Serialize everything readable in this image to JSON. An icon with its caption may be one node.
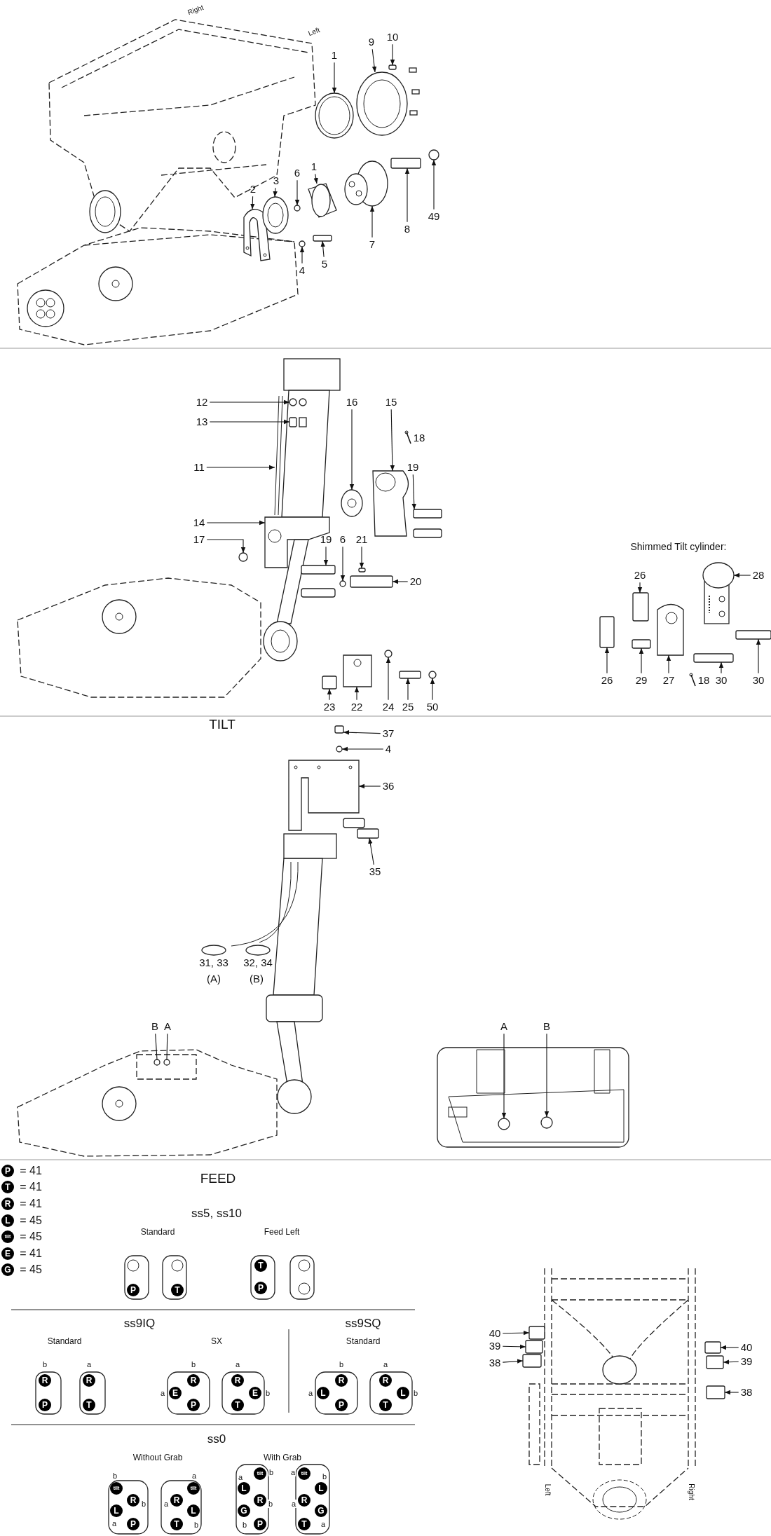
{
  "diagram": {
    "nodes": [
      {
        "text": [
          "9"
        ]
      },
      {
        "text": [
          "10"
        ]
      },
      {
        "text": [
          "1"
        ]
      },
      {
        "text": [
          "2"
        ]
      },
      {
        "text": [
          "3"
        ]
      },
      {
        "text": [
          "6"
        ]
      },
      {
        "text": [
          "1"
        ]
      },
      {
        "text": [
          "49"
        ]
      },
      {
        "text": [
          "8"
        ]
      },
      {
        "text": [
          "7"
        ]
      },
      {
        "text": [
          "5"
        ]
      },
      {
        "text": [
          "4"
        ]
      },
      {
        "text": [
          "12"
        ]
      },
      {
        "text": [
          "13"
        ]
      },
      {
        "text": [
          "16"
        ]
      },
      {
        "text": [
          "15"
        ]
      },
      {
        "text": [
          "19"
        ]
      },
      {
        "text": [
          "11"
        ]
      },
      {
        "text": [
          "14"
        ]
      },
      {
        "text": [
          "17"
        ]
      },
      {
        "text": [
          "19"
        ]
      },
      {
        "text": [
          "6"
        ]
      },
      {
        "text": [
          "21"
        ]
      },
      {
        "text": [
          "20"
        ]
      },
      {
        "text": [
          "26"
        ]
      },
      {
        "text": [
          "28"
        ]
      },
      {
        "text": [
          "23"
        ]
      },
      {
        "text": [
          "22"
        ]
      },
      {
        "text": [
          "24"
        ]
      },
      {
        "text": [
          "25"
        ]
      },
      {
        "text": [
          "50"
        ]
      },
      {
        "text": [
          "26"
        ]
      },
      {
        "text": [
          "29"
        ]
      },
      {
        "text": [
          "27"
        ]
      },
      {
        "text": [
          "30"
        ]
      },
      {
        "text": [
          "30"
        ]
      },
      {
        "text": [
          "37"
        ]
      },
      {
        "text": [
          "4"
        ]
      },
      {
        "text": [
          "36"
        ]
      },
      {
        "text": [
          "35"
        ]
      },
      {
        "text": [
          "B"
        ]
      },
      {
        "text": [
          "A"
        ]
      },
      {
        "text": [
          "A"
        ]
      },
      {
        "text": [
          "B"
        ]
      },
      {
        "text": [
          "40"
        ]
      },
      {
        "text": [
          "39"
        ]
      },
      {
        "text": [
          "38"
        ]
      },
      {
        "text": [
          "40"
        ]
      },
      {
        "text": [
          "39"
        ]
      },
      {
        "text": [
          "38"
        ]
      },
      {
        "text": [],
        "shape": "picture"
      },
      {
        "text": [],
        "shape": "box"
      },
      {
        "text": [],
        "shape": "picture"
      },
      {
        "text": [],
        "shape": "picture"
      },
      {
        "text": [],
        "shape": "picture"
      },
      {
        "text": [],
        "shape": "circle"
      },
      {
        "text": [],
        "shape": "picture"
      },
      {
        "text": [],
        "shape": "circle"
      },
      {
        "text": [],
        "shape": "box"
      },
      {
        "text": [],
        "shape": "picture"
      },
      {
        "text": [],
        "shape": "box"
      },
      {
        "text": [],
        "shape": "circle"
      },
      {
        "text": [],
        "shape": "circle"
      },
      {
        "text": [],
        "shape": "box"
      },
      {
        "text": [],
        "shape": "picture"
      },
      {
        "text": [],
        "shape": "picture"
      },
      {
        "text": [],
        "shape": "box"
      },
      {
        "text": [],
        "shape": "picture"
      },
      {
        "text": [],
        "shape": "picture"
      },
      {
        "text": [],
        "shape": "circle"
      },
      {
        "text": [],
        "shape": "box"
      },
      {
        "text": [],
        "shape": "circle"
      },
      {
        "text": [],
        "shape": "box"
      },
      {
        "text": [],
        "shape": "box"
      },
      {
        "text": [],
        "shape": "box"
      },
      {
        "text": [],
        "shape": "picture"
      },
      {
        "text": [],
        "shape": "box"
      },
      {
        "text": [],
        "shape": "picture"
      },
      {
        "text": [],
        "shape": "circle"
      },
      {
        "text": [],
        "shape": "box"
      },
      {
        "text": [],
        "shape": "circle"
      },
      {
        "text": [],
        "shape": "box"
      },
      {
        "text": [],
        "shape": "box"
      },
      {
        "text": [],
        "shape": "picture"
      },
      {
        "text": [],
        "shape": "box"
      },
      {
        "text": [],
        "shape": "box"
      },
      {
        "text": [],
        "shape": "box"
      },
      {
        "text": [],
        "shape": "circle"
      },
      {
        "text": [],
        "shape": "picture"
      },
      {
        "text": [],
        "shape": "box"
      },
      {
        "text": [],
        "shape": "circle"
      },
      {
        "text": [],
        "shape": "circle"
      },
      {
        "text": [],
        "shape": "circle"
      },
      {
        "text": [],
        "shape": "circle"
      },
      {
        "text": [],
        "shape": "box"
      },
      {
        "text": [],
        "shape": "box"
      },
      {
        "text": [],
        "shape": "box"
      },
      {
        "text": [],
        "shape": "box"
      },
      {
        "text": [],
        "shape": "box"
      },
      {
        "text": [],
        "shape": "box"
      }
    ],
    "edges": [
      {
        "from": 0,
        "to": 50,
        "arrow": "to"
      },
      {
        "from": 1,
        "to": 51,
        "arrow": "to"
      },
      {
        "from": 2,
        "to": 52,
        "arrow": "to"
      },
      {
        "from": 3,
        "to": 53,
        "arrow": "to"
      },
      {
        "from": 4,
        "to": 54,
        "arrow": "to"
      },
      {
        "from": 5,
        "to": 55,
        "arrow": "to"
      },
      {
        "from": 6,
        "to": 56,
        "arrow": "to"
      },
      {
        "from": 7,
        "to": 57,
        "arrow": "to"
      },
      {
        "from": 8,
        "to": 58,
        "arrow": "to"
      },
      {
        "from": 9,
        "to": 59,
        "arrow": "to"
      },
      {
        "from": 10,
        "to": 60,
        "arrow": "to"
      },
      {
        "from": 11,
        "to": 61,
        "arrow": "to"
      },
      {
        "from": 12,
        "to": 62,
        "arrow": "to"
      },
      {
        "from": 13,
        "to": 63,
        "arrow": "to"
      },
      {
        "from": 14,
        "to": 64,
        "arrow": "to"
      },
      {
        "from": 15,
        "to": 65,
        "arrow": "to"
      },
      {
        "from": 16,
        "to": 66,
        "arrow": "to"
      },
      {
        "from": 17,
        "to": 67,
        "arrow": "to"
      },
      {
        "from": 18,
        "to": 68,
        "arrow": "to"
      },
      {
        "from": 19,
        "to": 69,
        "arrow": "to"
      },
      {
        "from": 20,
        "to": 70,
        "arrow": "to"
      },
      {
        "from": 21,
        "to": 71,
        "arrow": "to"
      },
      {
        "from": 22,
        "to": 72,
        "arrow": "to"
      },
      {
        "from": 23,
        "to": 73,
        "arrow": "to"
      },
      {
        "from": 24,
        "to": 74,
        "arrow": "to"
      },
      {
        "from": 25,
        "to": 75,
        "arrow": "to"
      },
      {
        "from": 26,
        "to": 76,
        "arrow": "to"
      },
      {
        "from": 27,
        "to": 77,
        "arrow": "to"
      },
      {
        "from": 28,
        "to": 78,
        "arrow": "to"
      },
      {
        "from": 29,
        "to": 79,
        "arrow": "to"
      },
      {
        "from": 30,
        "to": 80,
        "arrow": "to"
      },
      {
        "from": 31,
        "to": 81,
        "arrow": "to"
      },
      {
        "from": 32,
        "to": 82,
        "arrow": "to"
      },
      {
        "from": 33,
        "to": 83,
        "arrow": "to"
      },
      {
        "from": 34,
        "to": 84,
        "arrow": "to"
      },
      {
        "from": 35,
        "to": 85,
        "arrow": "to"
      },
      {
        "from": 36,
        "to": 86,
        "arrow": "to"
      },
      {
        "from": 37,
        "to": 87,
        "arrow": "to"
      },
      {
        "from": 38,
        "to": 88,
        "arrow": "to"
      },
      {
        "from": 39,
        "to": 89,
        "arrow": "to"
      },
      {
        "from": 40,
        "to": 90,
        "arrow": "none"
      },
      {
        "from": 41,
        "to": 91,
        "arrow": "none"
      },
      {
        "from": 42,
        "to": 92,
        "arrow": "to"
      },
      {
        "from": 43,
        "to": 93,
        "arrow": "to"
      },
      {
        "from": 44,
        "to": 94,
        "arrow": "to"
      },
      {
        "from": 45,
        "to": 95,
        "arrow": "to"
      },
      {
        "from": 46,
        "to": 96,
        "arrow": "to"
      },
      {
        "from": 47,
        "to": 97,
        "arrow": "to"
      },
      {
        "from": 48,
        "to": 98,
        "arrow": "to"
      },
      {
        "from": 49,
        "to": 99,
        "arrow": "to"
      }
    ],
    "labels": [
      "Right",
      "Left",
      "18",
      "Shimmed Tilt cylinder:",
      "18",
      "TILT",
      "31, 33",
      "32, 34",
      "(A)",
      "(B)",
      "P",
      "= 41",
      "T",
      "= 41",
      "R",
      "= 41",
      "L",
      "= 45",
      "tilt",
      "= 45",
      "E",
      "= 41",
      "G",
      "= 45",
      "FEED",
      "ss5, ss10",
      "Standard",
      "Feed Left",
      "P",
      "T",
      "T",
      "P",
      "ss9IQ",
      "ss9SQ",
      "Standard",
      "SX",
      "Standard",
      "b",
      "R",
      "P",
      "a",
      "R",
      "T",
      "b",
      "R",
      "a",
      "E",
      "P",
      "a",
      "R",
      "E",
      "b",
      "T",
      "b",
      "R",
      "a",
      "L",
      "P",
      "a",
      "R",
      "L",
      "b",
      "T",
      "ss0",
      "Without Grab",
      "With Grab",
      "b",
      "tilt",
      "R",
      "b",
      "L",
      "a",
      "P",
      "a",
      "tilt",
      "a",
      "R",
      "L",
      "T",
      "b",
      "a",
      "tilt",
      "b",
      "L",
      "R",
      "b",
      "G",
      "b",
      "P",
      "a",
      "tilt",
      "b",
      "L",
      "a",
      "R",
      "G",
      "T",
      "a",
      "Left",
      "Right"
    ]
  }
}
